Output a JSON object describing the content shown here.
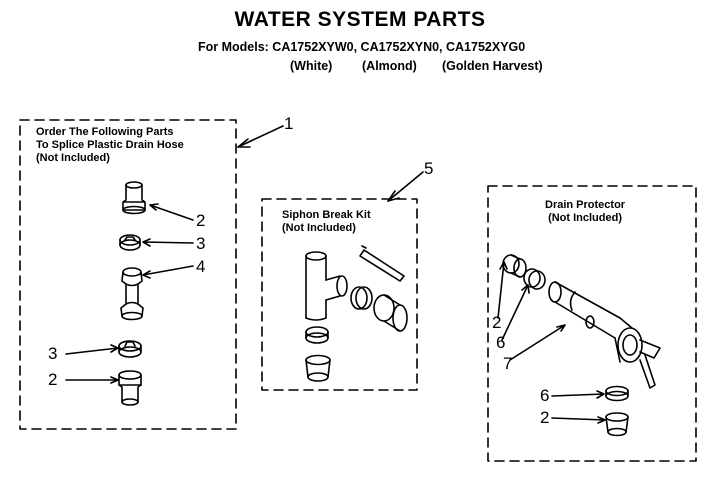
{
  "title": "WATER SYSTEM PARTS",
  "models_line": "For Models: CA1752XYW0, CA1752XYN0, CA1752XYG0",
  "colors": [
    "(White)",
    "(Almond)",
    "(Golden Harvest)"
  ],
  "boxes": {
    "left": {
      "callout": "1",
      "label_lines": [
        "Order The Following Parts",
        "To Splice Plastic Drain Hose",
        "(Not Included)"
      ],
      "part_callouts": [
        "2",
        "3",
        "4",
        "3",
        "2"
      ]
    },
    "middle": {
      "callout": "5",
      "label_lines": [
        "Siphon Break Kit",
        "(Not Included)"
      ]
    },
    "right": {
      "label_lines": [
        "Drain Protector",
        "(Not Included)"
      ],
      "part_callouts": [
        "2",
        "6",
        "7",
        "6",
        "2"
      ]
    }
  },
  "colors_hex": {
    "ink": "#000000",
    "paper": "#ffffff"
  }
}
